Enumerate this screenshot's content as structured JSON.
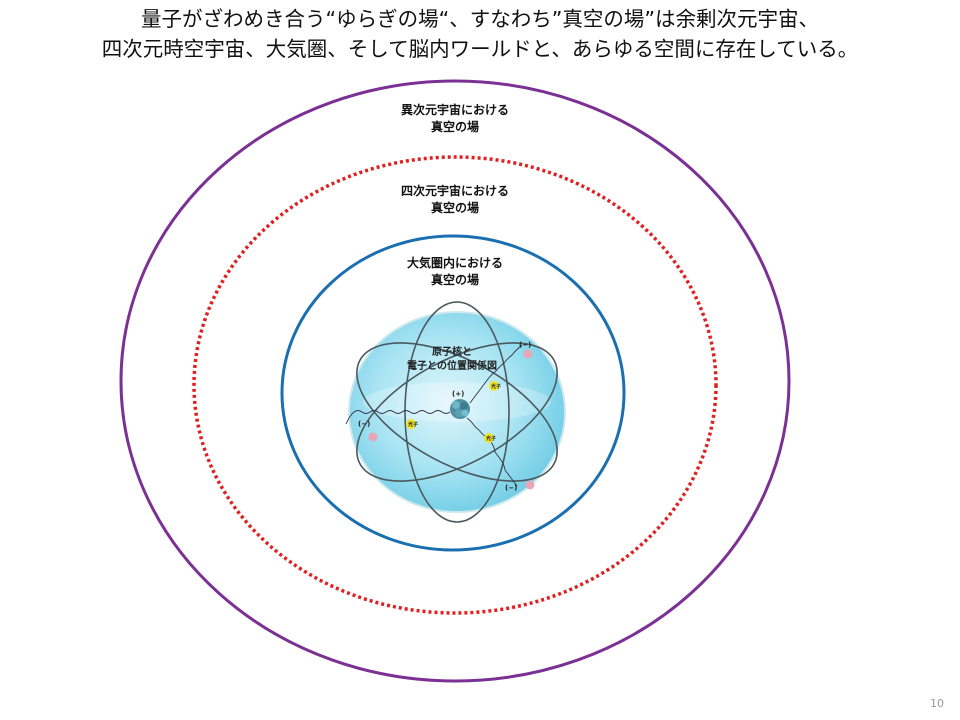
{
  "slide": {
    "title_line1": "量子がざわめき合う“ゆらぎの場“、すなわち”真空の場”は余剰次元宇宙、",
    "title_line2": "四次元時空宇宙、大気圏、そして脳内ワールドと、あらゆる空間に存在している。",
    "page_number": "10"
  },
  "rings": [
    {
      "line1": "異次元宇宙における",
      "line2": "真空の場",
      "color": "#7b3194",
      "style": "solid"
    },
    {
      "line1": "四次元宇宙における",
      "line2": "真空の場",
      "color": "#e02020",
      "style": "dotted"
    },
    {
      "line1": "大気圏内における",
      "line2": "真空の場",
      "color": "#1a6fb0",
      "style": "solid"
    }
  ],
  "atom": {
    "label_line1": "原子核と",
    "label_line2": "電子との位置関係図",
    "nucleus_charge": "(+)",
    "electron_charge": "(−)",
    "photon_label": "光子"
  }
}
